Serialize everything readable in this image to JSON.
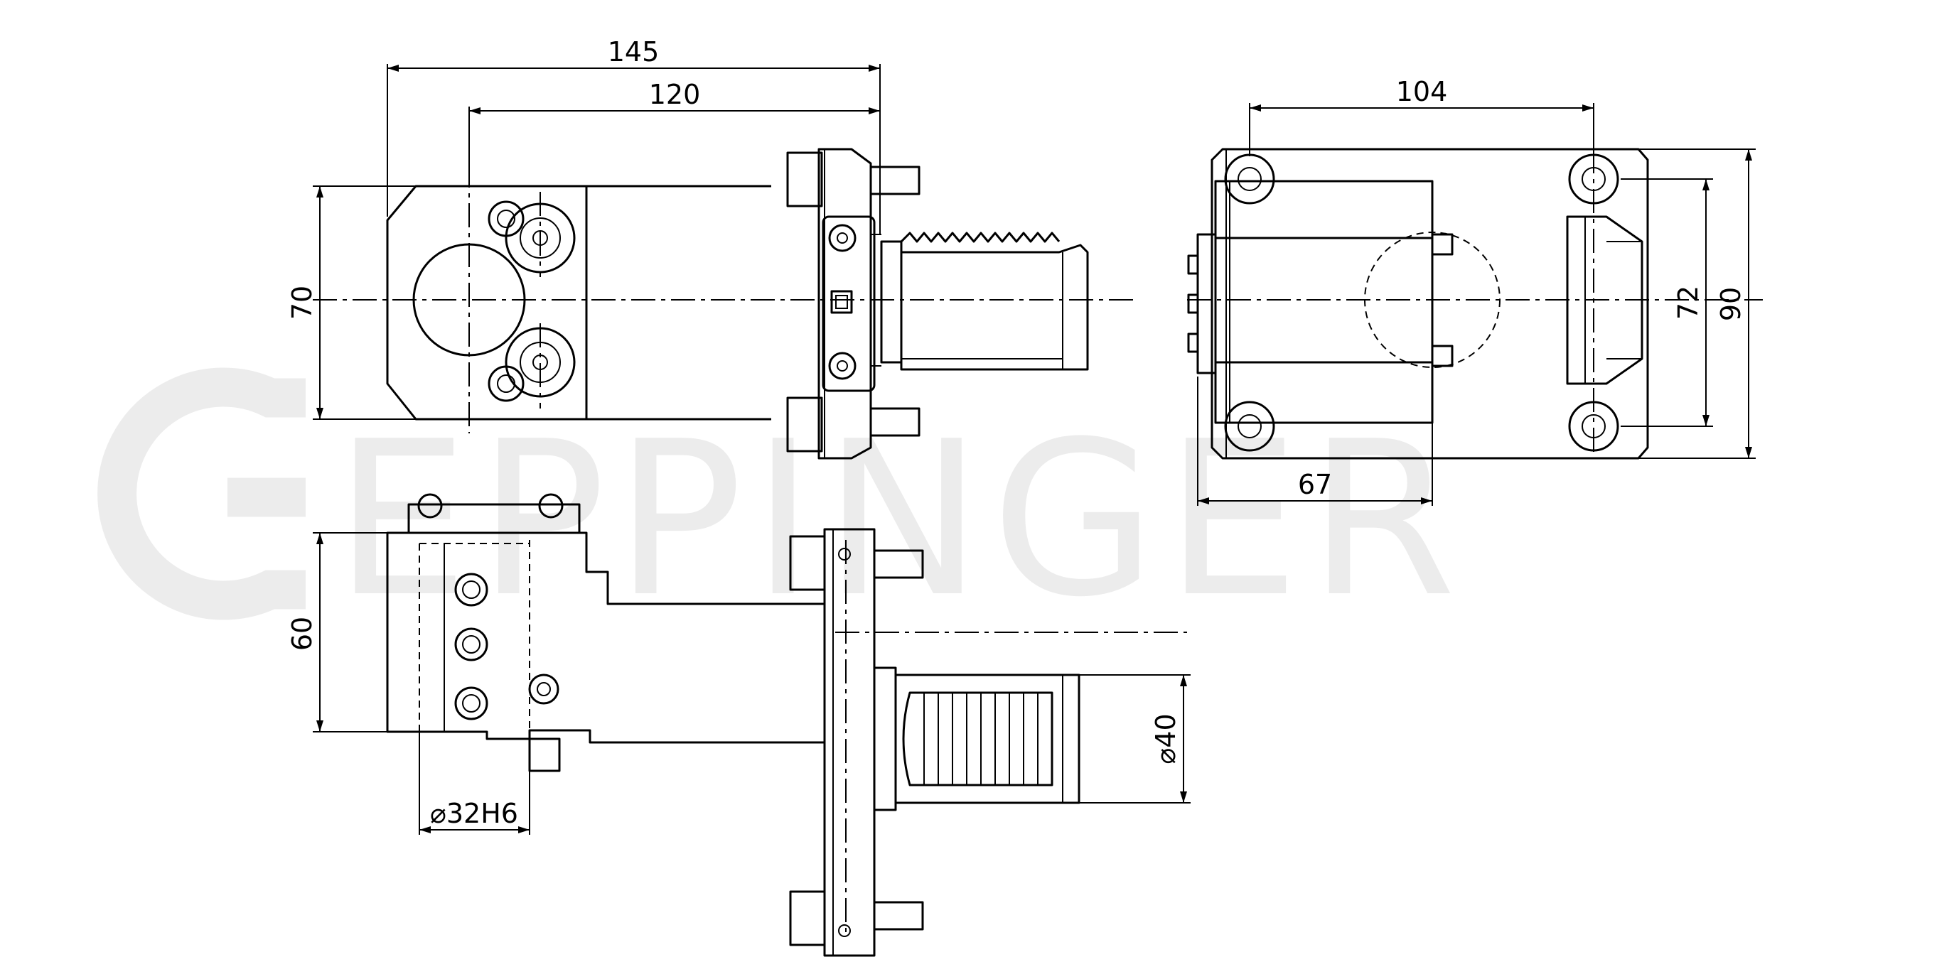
{
  "watermark": "EPPINGER",
  "dimensions": {
    "top_view": {
      "overall_length": "145",
      "body_length": "120",
      "height": "70"
    },
    "end_view": {
      "width": "104",
      "inner_height": "72",
      "overall_height": "90",
      "offset": "67"
    },
    "front_view": {
      "height": "60",
      "bore": "⌀32H6",
      "shank": "⌀40"
    }
  }
}
